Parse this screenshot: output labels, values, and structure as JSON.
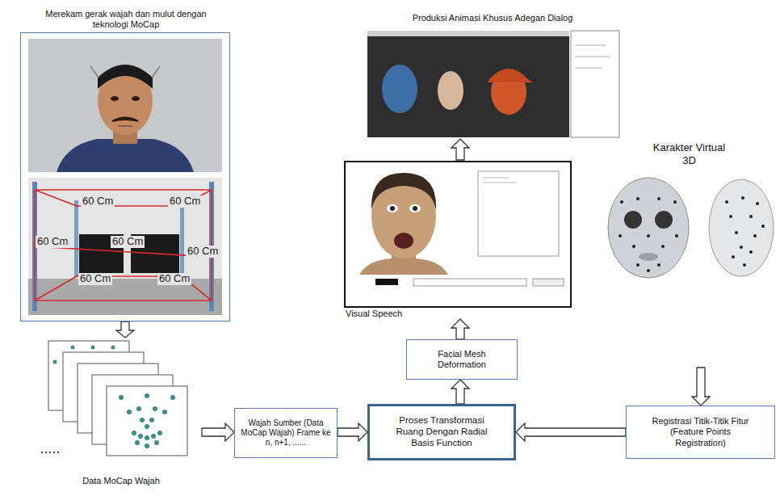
{
  "diagram": {
    "nodes": [
      {
        "text": [
          "Merekam gerak wajah dan mulut dengan teknologi MoCap"
        ]
      },
      {
        "text": [
          "Data MoCap Wajah"
        ]
      },
      {
        "text": [
          "Wajah Sumber (Data MoCap Wajah) Frame ke n, n+1, ......"
        ]
      },
      {
        "text": [
          "Proses Transformasi Ruang Dengan Radial Basis Function"
        ]
      },
      {
        "text": [
          "Registrasi Titik-Titik Fitur (Feature Points Registration)"
        ]
      },
      {
        "text": [
          "Karakter Virtual 3D"
        ]
      },
      {
        "text": [
          "Facial Mesh Deformation"
        ]
      },
      {
        "text": [
          "Visual Speech"
        ]
      },
      {
        "text": [
          "Produksi Animasi Khusus Adegan Dialog"
        ]
      }
    ],
    "edges": [
      {
        "from": 0,
        "to": 1,
        "arrow": "to"
      },
      {
        "from": 1,
        "to": 2,
        "arrow": "to"
      },
      {
        "from": 2,
        "to": 3,
        "arrow": "to"
      },
      {
        "from": 4,
        "to": 3,
        "arrow": "to"
      },
      {
        "from": 5,
        "to": 4,
        "arrow": "to"
      },
      {
        "from": 3,
        "to": 6,
        "arrow": "to"
      },
      {
        "from": 6,
        "to": 7,
        "arrow": "to"
      },
      {
        "from": 7,
        "to": 8,
        "arrow": "to"
      }
    ],
    "labels": [
      "60 Cm",
      "60 Cm",
      "60 Cm",
      "60 Cm",
      "60 Cm",
      "60 Cm",
      "60 Cm"
    ]
  }
}
